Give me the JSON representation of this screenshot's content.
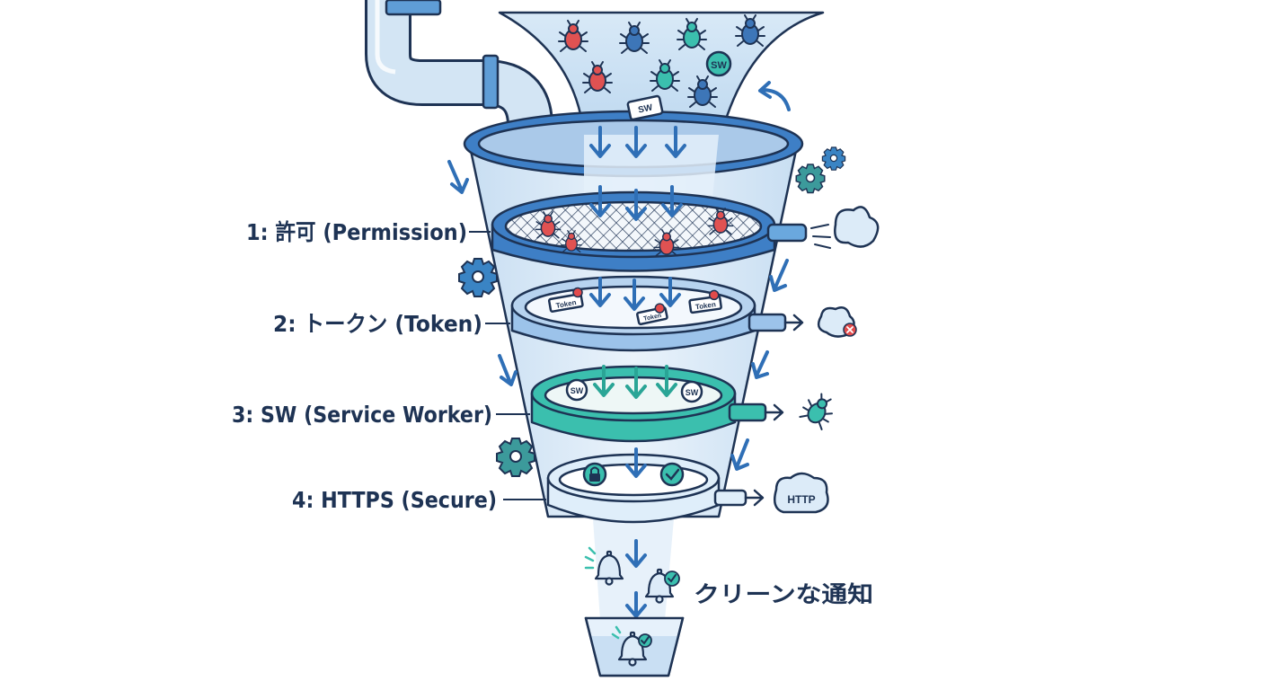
{
  "stages": [
    {
      "label": "1: 許可 (Permission)"
    },
    {
      "label": "2: トークン (Token)"
    },
    {
      "label": "3: SW (Service Worker)"
    },
    {
      "label": "4: HTTPS (Secure)"
    }
  ],
  "output_label": "クリーンな通知",
  "icon_text": {
    "sw": "SW",
    "token": "Token",
    "http": "HTTP"
  },
  "colors": {
    "navy": "#1e3354",
    "blue": "#2f6fb6",
    "light_blue": "#d9ebf8",
    "teal": "#3bbfae",
    "red": "#e24b4b",
    "gear": "#3a84c4",
    "gear_teal": "#3c9a9b"
  },
  "icons": [
    "pipe",
    "funnel",
    "bug-icon",
    "sw-badge-icon",
    "mesh-filter",
    "token-card-icon",
    "lock-icon",
    "check-icon",
    "gear-icon",
    "cloud-icon",
    "bell-icon",
    "http-cloud-icon",
    "arrow-icon"
  ]
}
